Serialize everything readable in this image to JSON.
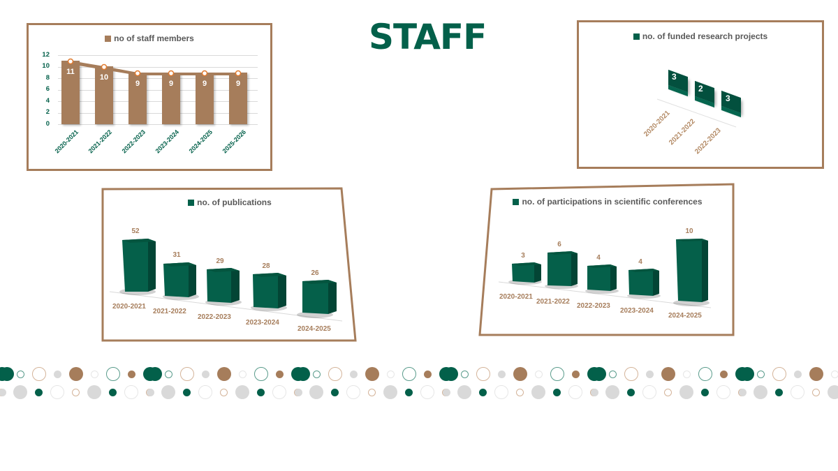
{
  "page": {
    "title": "STAFF",
    "colors": {
      "brand_green": "#03604a",
      "brand_brown": "#a67d5b",
      "light_gray": "#d9d9d9"
    }
  },
  "charts": {
    "staff": {
      "legend": "no of staff members",
      "y_ticks": [
        "12",
        "10",
        "8",
        "6",
        "4",
        "2",
        "0"
      ],
      "categories": [
        "2020-2021",
        "2021-2022",
        "2022-2023",
        "2023-2024",
        "2024-2025",
        "2025-2026"
      ],
      "values": [
        "11",
        "10",
        "9",
        "9",
        "9",
        "9"
      ]
    },
    "projects": {
      "legend": "no. of funded research projects",
      "categories": [
        "2020-2021",
        "2021-2022",
        "2022-2023"
      ],
      "values": [
        "3",
        "2",
        "3"
      ]
    },
    "publications": {
      "legend": "no. of publications",
      "categories": [
        "2020-2021",
        "2021-2022",
        "2022-2023",
        "2023-2024",
        "2024-2025"
      ],
      "values": [
        "52",
        "31",
        "29",
        "28",
        "26"
      ]
    },
    "conferences": {
      "legend": "no. of participations in scientific conferences",
      "categories": [
        "2020-2021",
        "2021-2022",
        "2022-2023",
        "2023-2024",
        "2024-2025"
      ],
      "values": [
        "3",
        "6",
        "4",
        "4",
        "10"
      ]
    }
  },
  "chart_data": [
    {
      "type": "bar",
      "title": "no of staff members",
      "categories": [
        "2020-2021",
        "2021-2022",
        "2022-2023",
        "2023-2024",
        "2024-2025",
        "2025-2026"
      ],
      "values": [
        11,
        10,
        9,
        9,
        9,
        9
      ],
      "overlay": "line",
      "ylim": [
        0,
        12
      ],
      "yticks": [
        0,
        2,
        4,
        6,
        8,
        10,
        12
      ],
      "grid": true,
      "legend_position": "top",
      "xlabel": "",
      "ylabel": ""
    },
    {
      "type": "bar",
      "title": "no. of funded research projects",
      "categories": [
        "2020-2021",
        "2021-2022",
        "2022-2023"
      ],
      "values": [
        3,
        2,
        3
      ],
      "style": "3d",
      "legend_position": "top",
      "xlabel": "",
      "ylabel": ""
    },
    {
      "type": "bar",
      "title": "no. of publications",
      "categories": [
        "2020-2021",
        "2021-2022",
        "2022-2023",
        "2023-2024",
        "2024-2025"
      ],
      "values": [
        52,
        31,
        29,
        28,
        26
      ],
      "style": "3d",
      "legend_position": "top",
      "xlabel": "",
      "ylabel": ""
    },
    {
      "type": "bar",
      "title": "no. of participations in scientific conferences",
      "categories": [
        "2020-2021",
        "2021-2022",
        "2022-2023",
        "2023-2024",
        "2024-2025"
      ],
      "values": [
        3,
        6,
        4,
        4,
        10
      ],
      "style": "3d",
      "legend_position": "top",
      "xlabel": "",
      "ylabel": ""
    }
  ]
}
